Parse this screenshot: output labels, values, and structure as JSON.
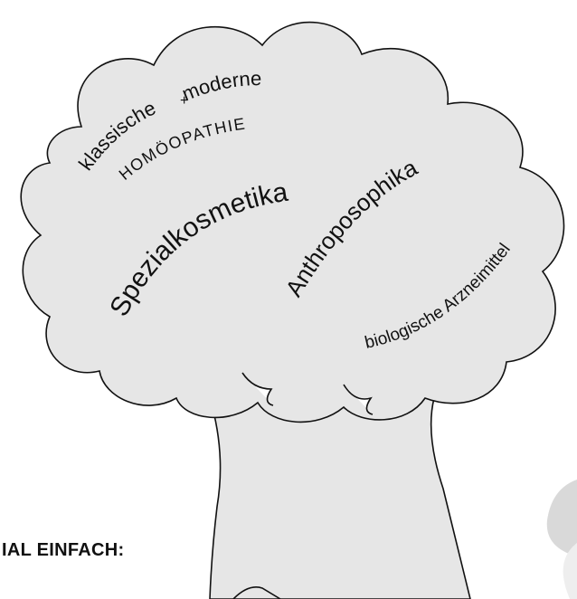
{
  "illustration": {
    "labels": {
      "klassische": "klassische",
      "plus": "+",
      "moderne": "moderne",
      "homoeopathie": "HOMÖOPATHIE",
      "spezialkosmetika": "Spezialkosmetika",
      "anthroposophika": "Anthroposophika",
      "biologische_arzneimittel": "biologische Arzneimittel"
    },
    "colors": {
      "canopy_fill": "#e6e6e6",
      "outline": "#111111",
      "text": "#111111"
    }
  },
  "footer": {
    "caption": "IAL EINFACH:"
  }
}
